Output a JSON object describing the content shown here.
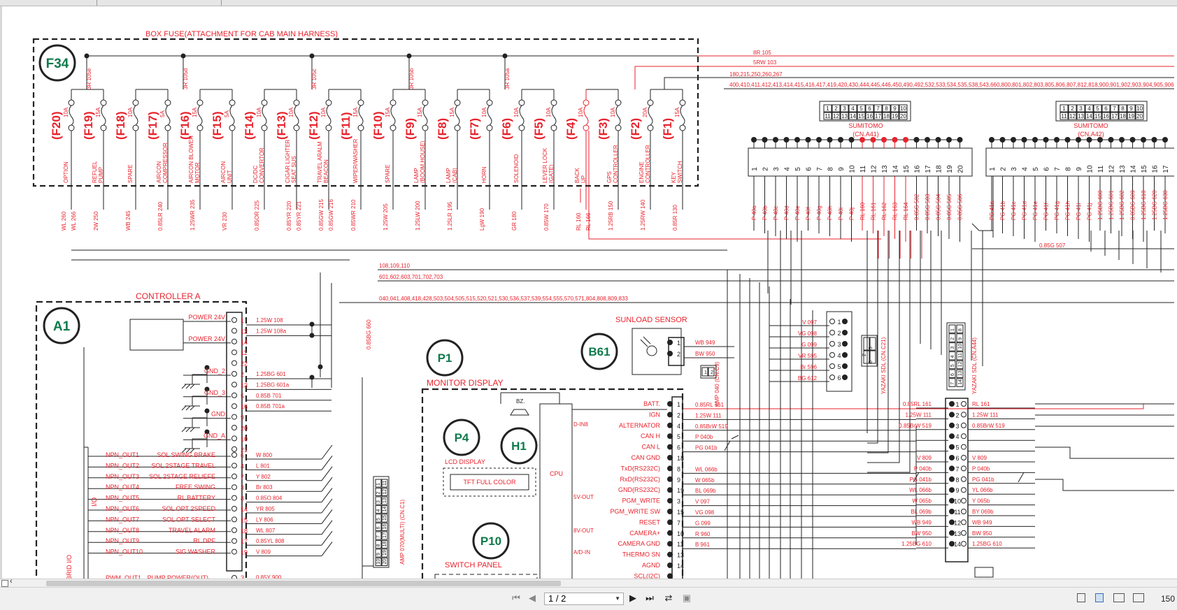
{
  "document": {
    "current_page": "1 / 2",
    "zoom": "150"
  },
  "colors": {
    "red": "#e8232d",
    "black": "#222222",
    "green": "#0f7a4c"
  },
  "fuse_box": {
    "title": "BOX FUSE(ATTACHMENT FOR CAB MAIN HARNESS)",
    "badge": "F34",
    "feed_wires": [
      "3R 105e",
      "3R 105d",
      "3R 105c",
      "3R 105b",
      "3R 105a"
    ],
    "fuses": [
      {
        "id": "(F20)",
        "amp": "10A",
        "load": "OPTION",
        "wires": [
          "WL 260",
          "WL 266"
        ]
      },
      {
        "id": "(F19)",
        "amp": "15A",
        "load": "REFUEL PUMP",
        "wires": [
          "2W 250"
        ]
      },
      {
        "id": "(F18)",
        "amp": "10A",
        "load": "SPARE",
        "wires": [
          "WB 245"
        ]
      },
      {
        "id": "(F17)",
        "amp": "5A",
        "load": "AIRCON COMPRESSOR",
        "wires": [
          "0.85LR 240"
        ]
      },
      {
        "id": "(F16)",
        "amp": "15A",
        "load": "AIRCON BLOWER MOTOR",
        "wires": [
          "1.25WR 235"
        ]
      },
      {
        "id": "(F15)",
        "amp": "5A",
        "load": "AIRCON UNIT",
        "wires": [
          "VR 230"
        ]
      },
      {
        "id": "(F14)",
        "amp": "10A",
        "load": "DC/DC CONVERTOR",
        "wires": [
          "0.85OR 225"
        ]
      },
      {
        "id": "(F13)",
        "amp": "10A",
        "load": "CIGAR LIGHTER SEAT SUS",
        "wires": [
          "0.85YR 220",
          "0.85YR 221"
        ]
      },
      {
        "id": "(F12)",
        "amp": "10A",
        "load": "TRAVEL ARALM BEACON",
        "wires": [
          "0.85GW 215",
          "0.85GW 216"
        ]
      },
      {
        "id": "(F11)",
        "amp": "15A",
        "load": "WIPER/WASHER",
        "wires": [
          "0.85WR 210"
        ]
      },
      {
        "id": "(F10)",
        "amp": "15A",
        "load": "SPARE",
        "wires": [
          "1.25W 205"
        ]
      },
      {
        "id": "(F9)",
        "amp": "15A",
        "load": "LAMP (BOOM,HOUSE)",
        "wires": [
          "1.25LW 200"
        ]
      },
      {
        "id": "(F8)",
        "amp": "15A",
        "load": "LAMP (CAB)",
        "wires": [
          "1.25LR 195"
        ]
      },
      {
        "id": "(F7)",
        "amp": "10A",
        "load": "HORN",
        "wires": [
          "LgW 190"
        ]
      },
      {
        "id": "(F6)",
        "amp": "10A",
        "load": "SOLENOID",
        "wires": [
          "GR 180"
        ]
      },
      {
        "id": "(F5)",
        "amp": "10A",
        "load": "LEVER LOCK (GATE)",
        "wires": [
          "0.85W 170"
        ]
      },
      {
        "id": "(F4)",
        "amp": "10A",
        "load": "BACK UP",
        "wires": [
          "RL 160",
          "RL 166"
        ]
      },
      {
        "id": "(F3)",
        "amp": "10A",
        "load": "GPS CONTROLLER",
        "wires": [
          "1.25RB 150"
        ]
      },
      {
        "id": "(F2)",
        "amp": "20A",
        "load": "ENGINE CONTROLLER",
        "wires": [
          "1.25RW 140"
        ]
      },
      {
        "id": "(F1)",
        "amp": "15A",
        "load": "KEY SWITCH",
        "wires": [
          "0.85R 130"
        ]
      }
    ]
  },
  "buses": {
    "r105": "8R 105",
    "srw103": "5RW 103",
    "group180": "180,215,250,260,267",
    "group400": "400,410,411,412,413,414,415,416,417,419,420,430,444,445,446,450,490,492,532,533,534,535,538,543,660,800,801,802,803,805,806,807,812,818,900,901,902,903,904,905,906",
    "group108": "108,109,110",
    "group601": "601,602,603,701,702,703",
    "group040": "040,041,408,418,428,503,504,505,515,520,521,530,536,537,539,554,555,570,571,804,808,809,833",
    "g507": "0.85G 507",
    "bg660": "0.85BG 660"
  },
  "sumitomo_a41": {
    "title": "SUMITOMO",
    "sub": "(CN.A41)",
    "wires": [
      "P 40a",
      "P 40b",
      "P 40c",
      "P 40d",
      "P 40e",
      "P 40f",
      "P 40g",
      "P 40h",
      "P 40i",
      "P 40j",
      "RL 160",
      "RL 161",
      "RL 162",
      "RL 163",
      "RL 164",
      "0.85G 502",
      "0.85G 503",
      "0.85G 504",
      "0.85G 505",
      "0.85G 506"
    ]
  },
  "sumitomo_a42": {
    "title": "SUMITOMO",
    "sub": "(CN.A42)",
    "wires": [
      "PG 41a",
      "PG 41b",
      "PG 41c",
      "PG 41d",
      "PG 41e",
      "PG 41f",
      "PG 41g",
      "PG 41h",
      "PG 41i",
      "PG 41j",
      "1.25BG 600",
      "1.25BG 601",
      "1.25BG 602",
      "0.85BG 609",
      "1.25BG 610",
      "1.25BG 620",
      "1.25BG 630"
    ]
  },
  "controller_a": {
    "title": "CONTROLLER A",
    "badge": "A1",
    "io_label": "I/O",
    "hybrid_label": "BRID I/O",
    "pins": [
      {
        "pin": "1",
        "name": "POWER 24V",
        "wire": "1.25W 108"
      },
      {
        "pin": "12",
        "name": "",
        "wire": "1.25W 108a"
      },
      {
        "pin": "14",
        "name": "POWER 24V",
        "wire": ""
      },
      {
        "pin": "11",
        "name": "",
        "wire": ""
      },
      {
        "pin": "22",
        "name": "",
        "wire": ""
      },
      {
        "pin": "2",
        "name": "GND_2",
        "wire": "1.25BG 601"
      },
      {
        "pin": "13",
        "name": "",
        "wire": "1.25BG 601a"
      },
      {
        "pin": "5",
        "name": "GND_3",
        "wire": "0.85B 701"
      },
      {
        "pin": "16",
        "name": "",
        "wire": "0.85B 701a"
      },
      {
        "pin": "9",
        "name": "GND",
        "wire": ""
      },
      {
        "pin": "20",
        "name": "",
        "wire": ""
      },
      {
        "pin": "10",
        "name": "GND_A",
        "wire": ""
      },
      {
        "pin": "21",
        "name": "",
        "wire": ""
      }
    ],
    "outputs": [
      {
        "pin": "6",
        "out": "NPN_OUT1",
        "func": "SOL SWING BRAKE",
        "wire": "W 800"
      },
      {
        "pin": "4",
        "out": "NPN_OUT2",
        "func": "SOL 2STAGE TRAVEL",
        "wire": "L 801"
      },
      {
        "pin": "7",
        "out": "NPN_OUT3",
        "func": "SOL 2STAGE RELIEFE",
        "wire": "Y 802"
      },
      {
        "pin": "3",
        "out": "NPN_OUT4",
        "func": "FREE SWING",
        "wire": "Br 803"
      },
      {
        "pin": "8",
        "out": "NPN_OUT5",
        "func": "RL BATTERY",
        "wire": "0.85O 804"
      },
      {
        "pin": "14",
        "out": "NPN_OUT6",
        "func": "SOL OPT 2SPEED",
        "wire": "YR 805"
      },
      {
        "pin": "15",
        "out": "NPN_OUT7",
        "func": "SOL OPT SELECT",
        "wire": "LY 806"
      },
      {
        "pin": "18",
        "out": "NPN_OUT8",
        "func": "TRAVEL ALARM",
        "wire": "WL 807"
      },
      {
        "pin": "17",
        "out": "NPN_OUT9",
        "func": "RL DPF",
        "wire": "0.85YL 808"
      },
      {
        "pin": "19",
        "out": "NPN_OUT10",
        "func": "SIG WASHER",
        "wire": "V 809"
      }
    ],
    "partial_row": {
      "pin": "3",
      "out": "PWM_OUT1",
      "func": "PUMP POWER(OUT)",
      "wire": "0.85Y 900"
    }
  },
  "amp070": {
    "label": "AMP 070(MULTI) (CN.C1)",
    "pins": [
      "1",
      "2",
      "3",
      "4",
      "5",
      "6",
      "7",
      "8",
      "9",
      "10",
      "11",
      "12",
      "13",
      "14",
      "15",
      "16",
      "17",
      "18",
      "19",
      "20"
    ]
  },
  "monitor": {
    "badge_p1": "P1",
    "title": "MONITOR DISPLAY",
    "badge_p4": "P4",
    "badge_h1": "H1",
    "bz": "BZ.",
    "lcd_label": "LCD DISPLAY",
    "tft": "TFT FULL COLOR",
    "cpu": "CPU",
    "badge_p10": "P10",
    "switch_panel": "SWITCH PANEL",
    "groups": [
      "D-IN8",
      "5V-OUT",
      "8V-OUT",
      "A/D-IN"
    ],
    "pins": [
      {
        "pin": "1",
        "name": "BATT.",
        "wire": "0.85RL 161"
      },
      {
        "pin": "2",
        "name": "IGN",
        "wire": "1.25W 111"
      },
      {
        "pin": "4",
        "name": "ALTERNATOR",
        "wire": "0.85BrW 519"
      },
      {
        "pin": "5",
        "name": "CAN H",
        "wire": "P 040b"
      },
      {
        "pin": "6",
        "name": "CAN L",
        "wire": "PG 041b"
      },
      {
        "pin": "18",
        "name": "CAN GND",
        "wire": ""
      },
      {
        "pin": "8",
        "name": "TxD(RS232C)",
        "wire": "WL 066b"
      },
      {
        "pin": "9",
        "name": "RxD(RS232C)",
        "wire": "W 065b"
      },
      {
        "pin": "19",
        "name": "GND(RS232C)",
        "wire": "BL 069b"
      },
      {
        "pin": "3",
        "name": "PGM_WRITE",
        "wire": "V 097"
      },
      {
        "pin": "15",
        "name": "PGM_WRITE SW",
        "wire": "VG 098"
      },
      {
        "pin": "7",
        "name": "RESET",
        "wire": "G 099"
      },
      {
        "pin": "10",
        "name": "CAMERA+",
        "wire": "R 960"
      },
      {
        "pin": "11",
        "name": "CAMERA GND",
        "wire": "B 961"
      },
      {
        "pin": "13",
        "name": "THERMO SN",
        "wire": ""
      },
      {
        "pin": "14",
        "name": "AGND",
        "wire": ""
      },
      {
        "pin": "",
        "name": "SCL(I2C)",
        "wire": ""
      }
    ]
  },
  "sunload": {
    "title": "SUNLOAD SENSOR",
    "badge": "B61",
    "pins": [
      {
        "pin": "1",
        "wire": "WB 949"
      },
      {
        "pin": "2",
        "wire": "BW 950"
      }
    ],
    "amp": "AMP 040 (CN.C9)",
    "amp_pins": [
      "1",
      "2"
    ]
  },
  "yazaki_c21": {
    "label": "YAZAKI SDL (CN.C21)",
    "wires": [
      "V 097",
      "VG 098",
      "G 099",
      "VR 595",
      "Br 596",
      "BG 612"
    ],
    "pins": [
      "1",
      "2",
      "3",
      "4",
      "5",
      "6"
    ],
    "grid": [
      "2",
      "3",
      "4",
      "5",
      "6"
    ]
  },
  "yazaki_a44": {
    "label": "YAZAKI SDL (CN.A44)",
    "grid": [
      "1",
      "2",
      "3",
      "4",
      "5",
      "6",
      "7",
      "8",
      "9",
      "10",
      "11",
      "12",
      "13",
      "14"
    ]
  },
  "right_connector": {
    "left_wires": [
      "0.85RL 161",
      "1.25W 111",
      "0.85BrW 519",
      "",
      "",
      "V 809",
      "P 040b",
      "PG 041b",
      "WL 066b",
      "W 065b",
      "BL 069b",
      "WB 949",
      "BW 950",
      "1.25BG 610"
    ],
    "pins": [
      "1",
      "2",
      "3",
      "4",
      "5",
      "6",
      "7",
      "8",
      "9",
      "10",
      "11",
      "12",
      "13",
      "14"
    ],
    "right_wires": [
      "RL 161",
      "1.25W 111",
      "0.85BrW 519",
      "",
      "",
      "V 809",
      "P 040b",
      "PG 041b",
      "YL 066b",
      "Y 065b",
      "BY 069b",
      "WB 949",
      "BW 950",
      "1.25BG 610"
    ]
  }
}
